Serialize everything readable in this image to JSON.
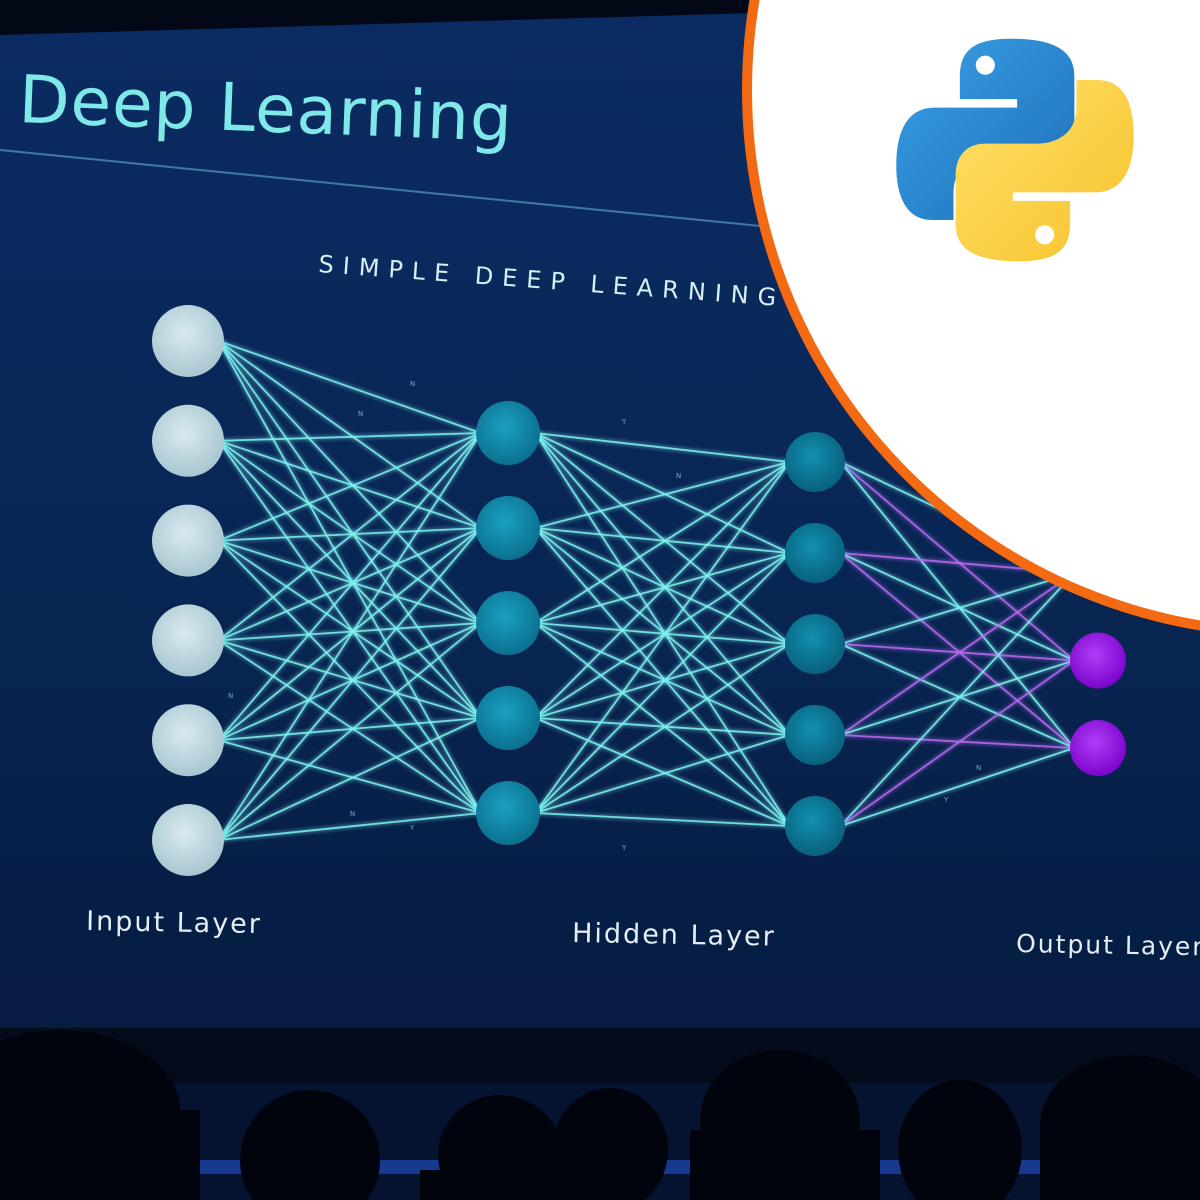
{
  "slide": {
    "title": "Deep Learning",
    "subtitle": "SIMPLE DEEP LEARNING NETW",
    "labels": {
      "input": "Input Layer",
      "hidden": "Hidden Layer",
      "output": "Output Layer"
    }
  },
  "network": {
    "layers": [
      {
        "name": "input",
        "nodes": 6,
        "color": "#c8dde4"
      },
      {
        "name": "hidden-1",
        "nodes": 5,
        "color": "#0f89a8"
      },
      {
        "name": "hidden-2",
        "nodes": 5,
        "color": "#0c6f8e"
      },
      {
        "name": "output",
        "nodes": 3,
        "color": "#9a0ff0"
      }
    ],
    "edge_color": "#7ff2f0",
    "edge_color_output": "#b86cf2"
  },
  "badge": {
    "icon": "python-logo-icon",
    "ring_color": "#f36a12",
    "logo_blue": "#2b8fd8",
    "logo_yellow": "#fcd544"
  },
  "colors": {
    "screen_top": "#0a2a5e",
    "screen_bottom": "#071d44",
    "accent": "#7fe9ea"
  }
}
